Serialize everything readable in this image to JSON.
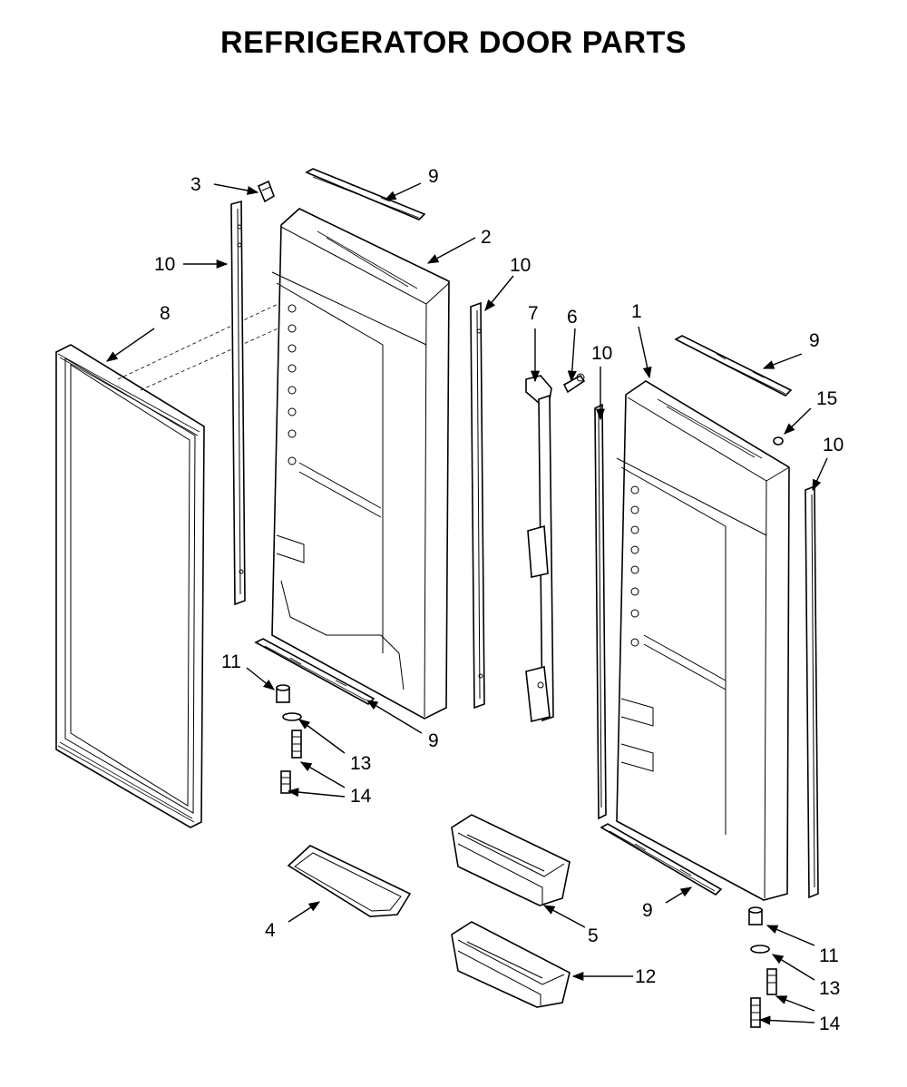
{
  "title": "REFRIGERATOR DOOR PARTS",
  "callouts": {
    "c1": "1",
    "c2": "2",
    "c3": "3",
    "c4": "4",
    "c5": "5",
    "c6": "6",
    "c7": "7",
    "c8": "8",
    "c9a": "9",
    "c9b": "9",
    "c9c": "9",
    "c9d": "9",
    "c10a": "10",
    "c10b": "10",
    "c10c": "10",
    "c10d": "10",
    "c11a": "11",
    "c11b": "11",
    "c12": "12",
    "c13a": "13",
    "c13b": "13",
    "c14a": "14",
    "c14b": "14",
    "c15": "15"
  }
}
